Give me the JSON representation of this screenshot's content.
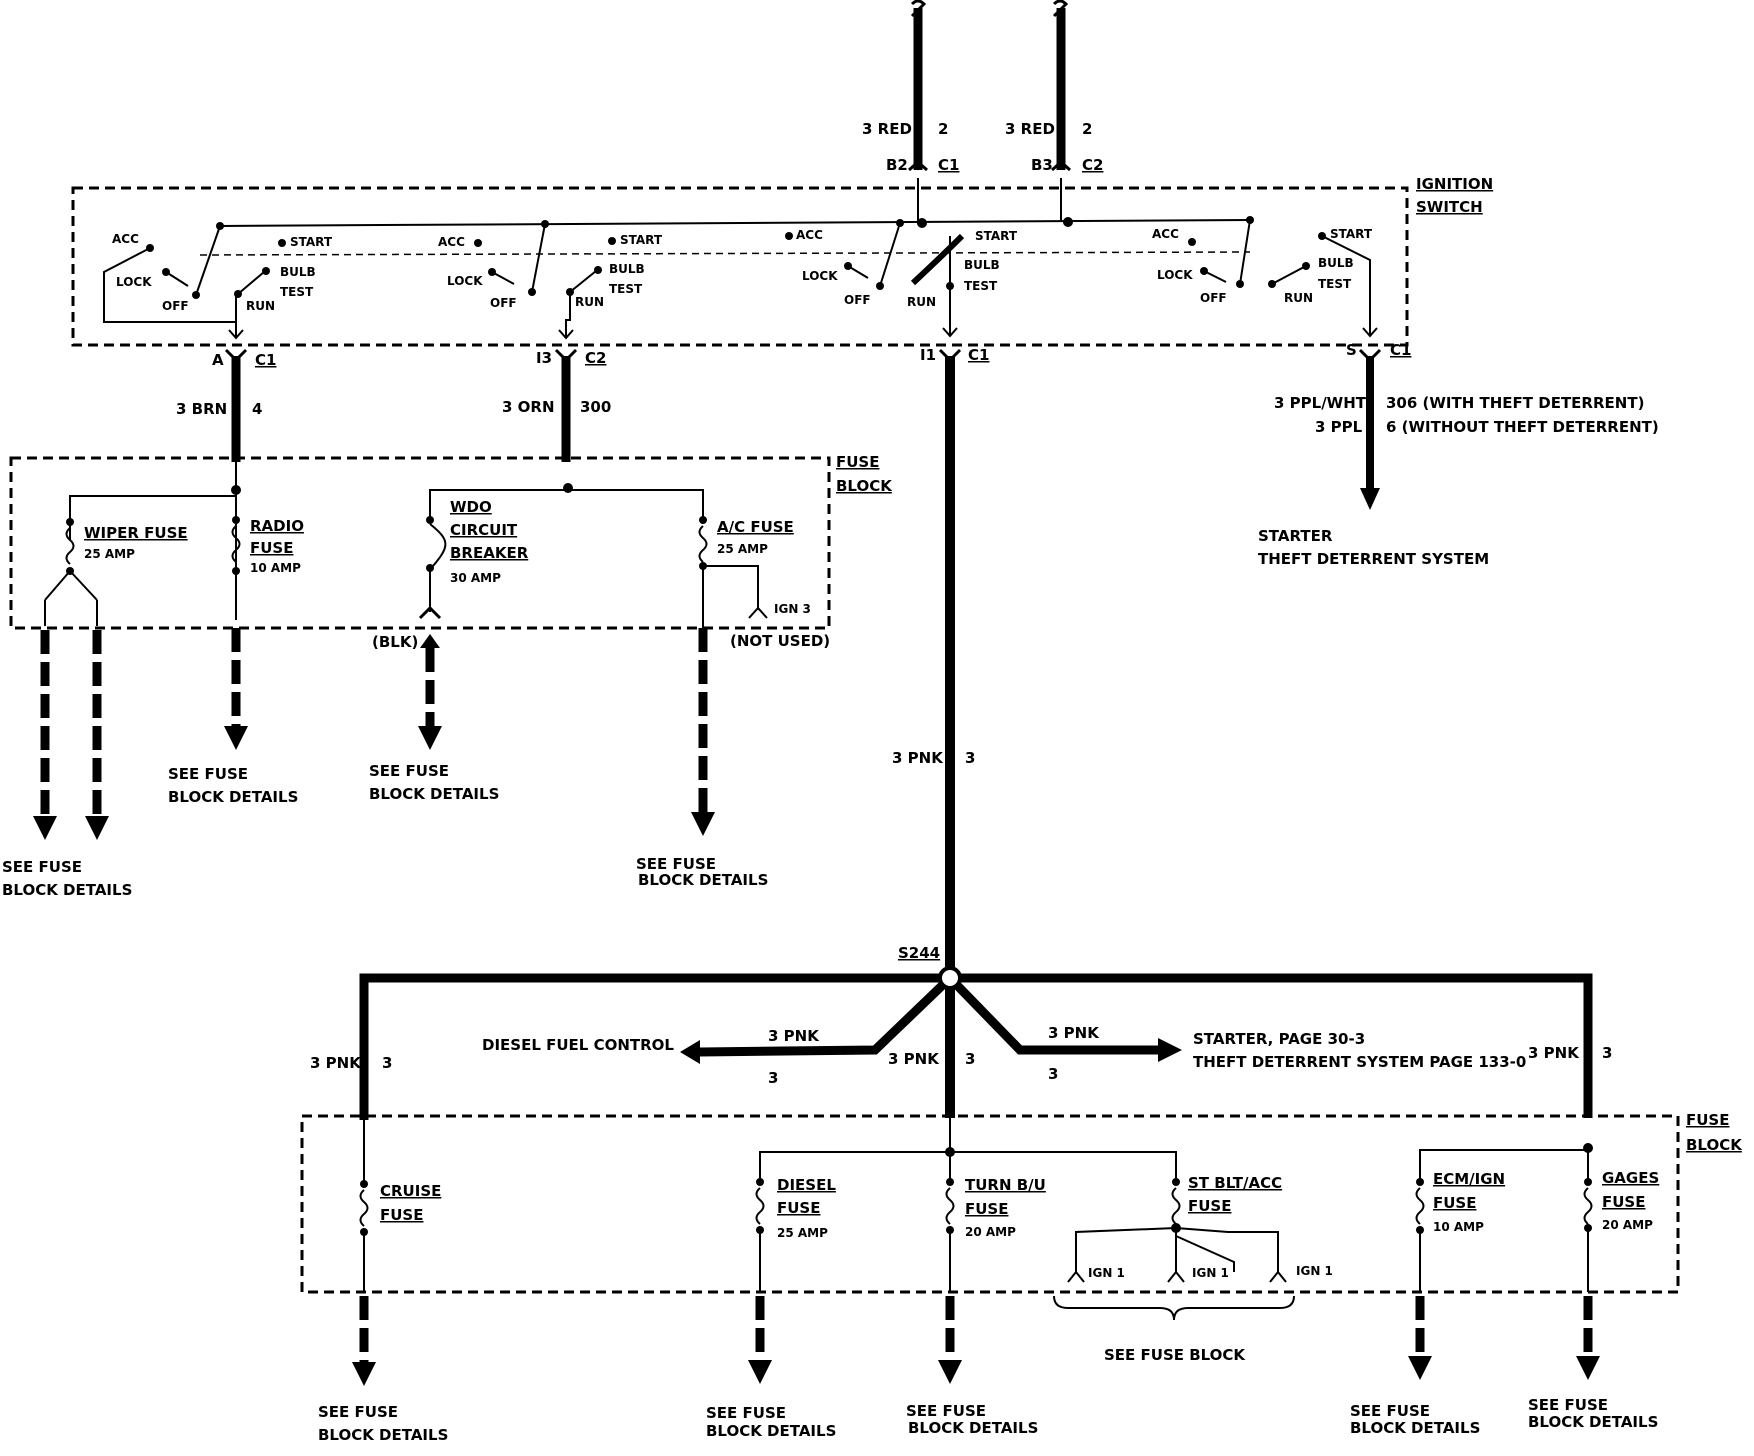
{
  "ignition_switch": {
    "title_line1": "IGNITION",
    "title_line2": "SWITCH",
    "positions": {
      "acc": "ACC",
      "lock": "LOCK",
      "off": "OFF",
      "run": "RUN",
      "start": "START",
      "bulb": "BULB",
      "test": "TEST"
    }
  },
  "top_inputs": [
    {
      "wire": "3 RED",
      "circuit": "2",
      "pin": "B2",
      "connector": "C1"
    },
    {
      "wire": "3 RED",
      "circuit": "2",
      "pin": "B3",
      "connector": "C2"
    }
  ],
  "switch_outputs": [
    {
      "pin": "A",
      "connector": "C1",
      "wire": "3 BRN",
      "circuit": "4"
    },
    {
      "pin": "I3",
      "connector": "C2",
      "wire": "3 ORN",
      "circuit": "300"
    },
    {
      "pin": "I1",
      "connector": "C1",
      "wire": "3 PNK",
      "circuit": "3"
    },
    {
      "pin": "S",
      "connector": "C1",
      "wire1": "3 PPL/WHT",
      "circuit1": "306 (WITH THEFT DETERRENT)",
      "wire2": "3 PPL",
      "circuit2": "6 (WITHOUT THEFT DETERRENT)"
    }
  ],
  "starter_dest": {
    "line1": "STARTER",
    "line2": "THEFT DETERRENT SYSTEM"
  },
  "fuse_block_top": {
    "title_line1": "FUSE",
    "title_line2": "BLOCK",
    "wiper": {
      "name": "WIPER FUSE",
      "rating": "25 AMP"
    },
    "radio": {
      "name1": "RADIO",
      "name2": "FUSE",
      "rating": "10 AMP"
    },
    "wdo": {
      "name1": "WDO",
      "name2": "CIRCUIT",
      "name3": "BREAKER",
      "rating": "30 AMP",
      "note": "(BLK)"
    },
    "ac": {
      "name": "A/C FUSE",
      "rating": "25 AMP",
      "ign": "IGN 3",
      "note": "(NOT USED)"
    }
  },
  "see_fuse": {
    "line1": "SEE FUSE",
    "line2": "BLOCK DETAILS"
  },
  "see_fuse_block": "SEE FUSE BLOCK",
  "splice": {
    "label": "S244",
    "left": {
      "wire": "3 PNK",
      "circuit": "3",
      "dest": "DIESEL FUEL CONTROL"
    },
    "right": {
      "wire": "3 PNK",
      "circuit": "3",
      "dest1": "STARTER, PAGE 30-3",
      "dest2": "THEFT DETERRENT SYSTEM PAGE 133-0"
    },
    "far_left": {
      "wire": "3 PNK",
      "circuit": "3"
    },
    "center": {
      "wire": "3 PNK",
      "circuit": "3"
    },
    "far_right": {
      "wire": "3 PNK",
      "circuit": "3"
    }
  },
  "fuse_block_bottom": {
    "title_line1": "FUSE",
    "title_line2": "BLOCK",
    "cruise": {
      "name1": "CRUISE",
      "name2": "FUSE"
    },
    "diesel": {
      "name1": "DIESEL",
      "name2": "FUSE",
      "rating": "25 AMP"
    },
    "turn": {
      "name1": "TURN B/U",
      "name2": "FUSE",
      "rating": "20 AMP"
    },
    "stblt": {
      "name1": "ST BLT/ACC",
      "name2": "FUSE",
      "ign": "IGN 1"
    },
    "ecm": {
      "name1": "ECM/IGN",
      "name2": "FUSE",
      "rating": "10 AMP"
    },
    "gages": {
      "name1": "GAGES",
      "name2": "FUSE",
      "rating": "20 AMP"
    }
  }
}
